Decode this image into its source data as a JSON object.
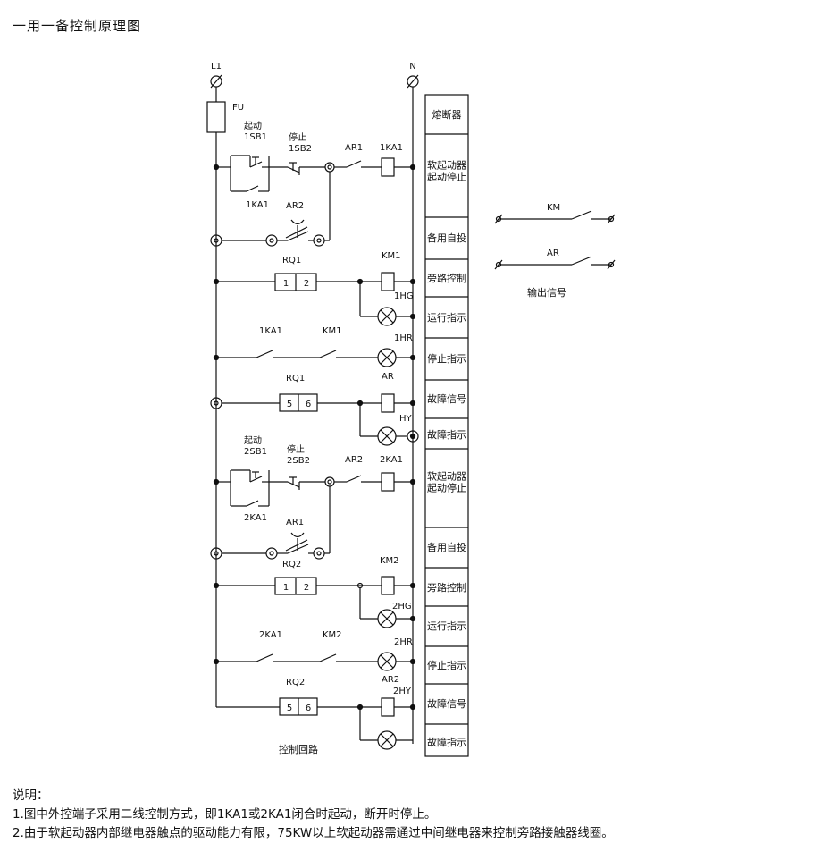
{
  "title": "一用一备控制原理图",
  "labels": {
    "L1": "L1",
    "N": "N",
    "FU": "FU",
    "start1": "起动",
    "sb1": "1SB1",
    "stop1": "停止",
    "sb2_1": "1SB2",
    "ar1": "AR1",
    "ka1": "1KA1",
    "ka1_contact": "1KA1",
    "ar2": "AR2",
    "rq1": "RQ1",
    "t1": "1",
    "t2": "2",
    "km1": "KM1",
    "hg1": "1HG",
    "ka1_b": "1KA1",
    "km1_b": "KM1",
    "hr1": "1HR",
    "rq1_b": "RQ1",
    "t5": "5",
    "t6": "6",
    "ar": "AR",
    "hy": "HY",
    "start2": "起动",
    "sb2b1": "2SB1",
    "stop2": "停止",
    "sb2b2": "2SB2",
    "ar2_b": "AR2",
    "ka2": "2KA1",
    "ka2_contact": "2KA1",
    "ar1_b": "AR1",
    "rq2": "RQ2",
    "t1b": "1",
    "t2b": "2",
    "km2": "KM2",
    "hg2": "2HG",
    "ka2_b": "2KA1",
    "km2_b": "KM2",
    "hr2": "2HR",
    "rq2_b": "RQ2",
    "t5b": "5",
    "t6b": "6",
    "ar2_c": "AR2",
    "hy2": "2HY",
    "circuit": "控制回路",
    "out_km": "KM",
    "out_ar": "AR",
    "out_title": "输出信号"
  },
  "sidebar": [
    "熔断器",
    "软起动器\n起动停止",
    "备用自投",
    "旁路控制",
    "运行指示",
    "停止指示",
    "故障信号",
    "故障指示",
    "软起动器\n起动停止",
    "备用自投",
    "旁路控制",
    "运行指示",
    "停止指示",
    "故障信号",
    "故障指示"
  ],
  "notes": {
    "heading": "说明：",
    "line1": "1.图中外控端子采用二线控制方式，即1KA1或2KA1闭合时起动，断开时停止。",
    "line2": "2.由于软起动器内部继电器触点的驱动能力有限，75KW以上软起动器需通过中间继电器来控制旁路接触器线圈。"
  }
}
